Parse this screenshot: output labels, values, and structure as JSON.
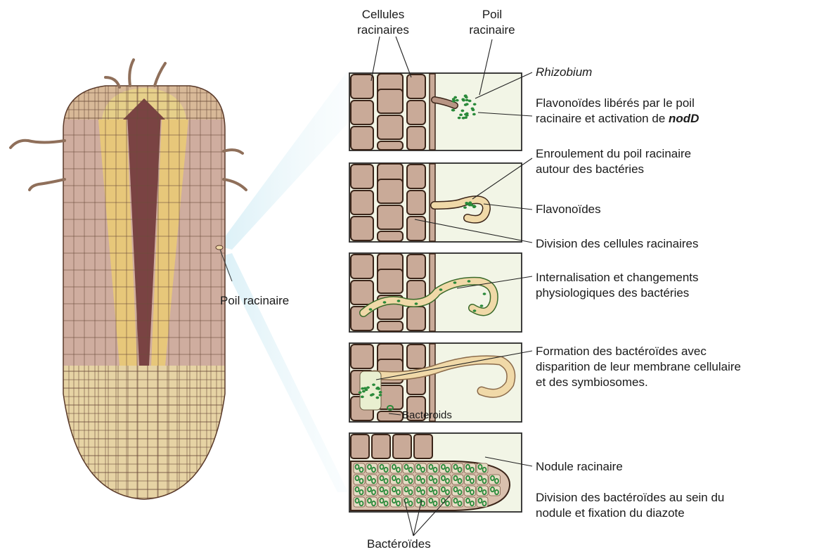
{
  "labels": {
    "cellules_racinaires": [
      "Cellules",
      "racinaires"
    ],
    "poil_racinaire_top": [
      "Poil",
      "racinaire"
    ],
    "poil_racinaire_left": "Poil racinaire",
    "rhizobium": "Rhizobium",
    "flavonoides_liberes": [
      "Flavonoïdes libérés par le poil",
      "racinaire et activation de "
    ],
    "nodD": "nodD",
    "enroulement": [
      "Enroulement du poil racinaire",
      "autour des bactéries"
    ],
    "flavonoides": "Flavonoïdes",
    "division_cellules": "Division des cellules racinaires",
    "internalisation": [
      "Internalisation et changements",
      "physiologiques des bactéries"
    ],
    "formation": [
      "Formation des bactéroïdes avec",
      "disparition de leur membrane cellulaire",
      "et des symbiosomes."
    ],
    "bacteroids_inset": "Bacteroids",
    "nodule": "Nodule racinaire",
    "division_bacteroides": [
      "Division des bactéroïdes au sein du",
      "nodule et fixation du diazote"
    ],
    "bacteroides_bottom": "Bactéroïdes"
  },
  "colors": {
    "panel_bg": "#f2f5e6",
    "cell_fill": "#c9aa98",
    "cell_outline": "#3a2418",
    "hair_fill": "#b89584",
    "bacteria": "#2a8a3a",
    "flavonoid": "#f0d9a8",
    "root_cap": "#d8b998",
    "root_stele": "#6a3a38",
    "root_yellow": "#e7c77a",
    "root_cortex": "#cfad9f",
    "glow": "#e3f3f8"
  }
}
